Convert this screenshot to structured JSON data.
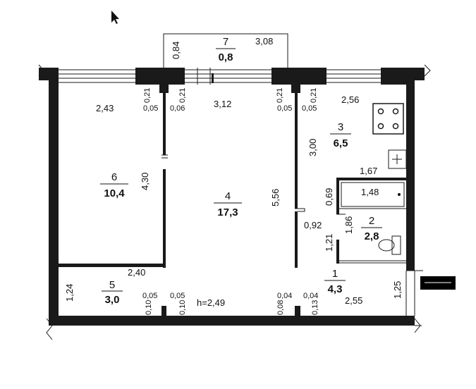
{
  "rooms": [
    {
      "id": "r7",
      "number": "7",
      "area": "0,8"
    },
    {
      "id": "r3",
      "number": "3",
      "area": "6,5"
    },
    {
      "id": "r6",
      "number": "6",
      "area": "10,4"
    },
    {
      "id": "r4",
      "number": "4",
      "area": "17,3"
    },
    {
      "id": "r2",
      "number": "2",
      "area": "2,8"
    },
    {
      "id": "r5",
      "number": "5",
      "area": "3,0"
    },
    {
      "id": "r1",
      "number": "1",
      "area": "4,3"
    }
  ],
  "dimensions": {
    "balcony_height": "0,84",
    "balcony_width": "3,08",
    "room6_width": "2,43",
    "room4_width": "3,12",
    "kitchen_width": "2,56",
    "pier_left_a": "0,21",
    "pier_left_b": "0,21",
    "pier_right_a": "0,21",
    "pier_right_b": "0,21",
    "gap_left_a": "0,05",
    "gap_left_b": "0,06",
    "gap_right_a": "0,05",
    "gap_right_b": "0,05",
    "room6_depth": "4,30",
    "room4_depth": "5,56",
    "kitchen_depth": "3,00",
    "bath_width": "1,67",
    "tub_length": "1,48",
    "bath_gap": "0,69",
    "wc_width": "0,92",
    "bath_depth": "1,86",
    "bath_lower": "1,21",
    "closet_width": "2,40",
    "closet_depth": "1,24",
    "bottom_gap_a": "0,05",
    "bottom_gap_b": "0,05",
    "bottom_pier_a": "0,10",
    "bottom_pier_b": "0,10",
    "ceiling_height": "h=2,49",
    "bottom_gap_c": "0,04",
    "bottom_gap_d": "0,04",
    "bottom_pier_c": "0,08",
    "bottom_pier_d": "0,13",
    "hall_width": "2,55",
    "hall_depth": "1,25"
  },
  "icons": [
    "cursor-arrow-icon",
    "stove-icon",
    "sink-icon",
    "bathtub-icon",
    "toilet-icon"
  ],
  "colors": {
    "line": "#1a1a1a",
    "background": "#ffffff"
  }
}
